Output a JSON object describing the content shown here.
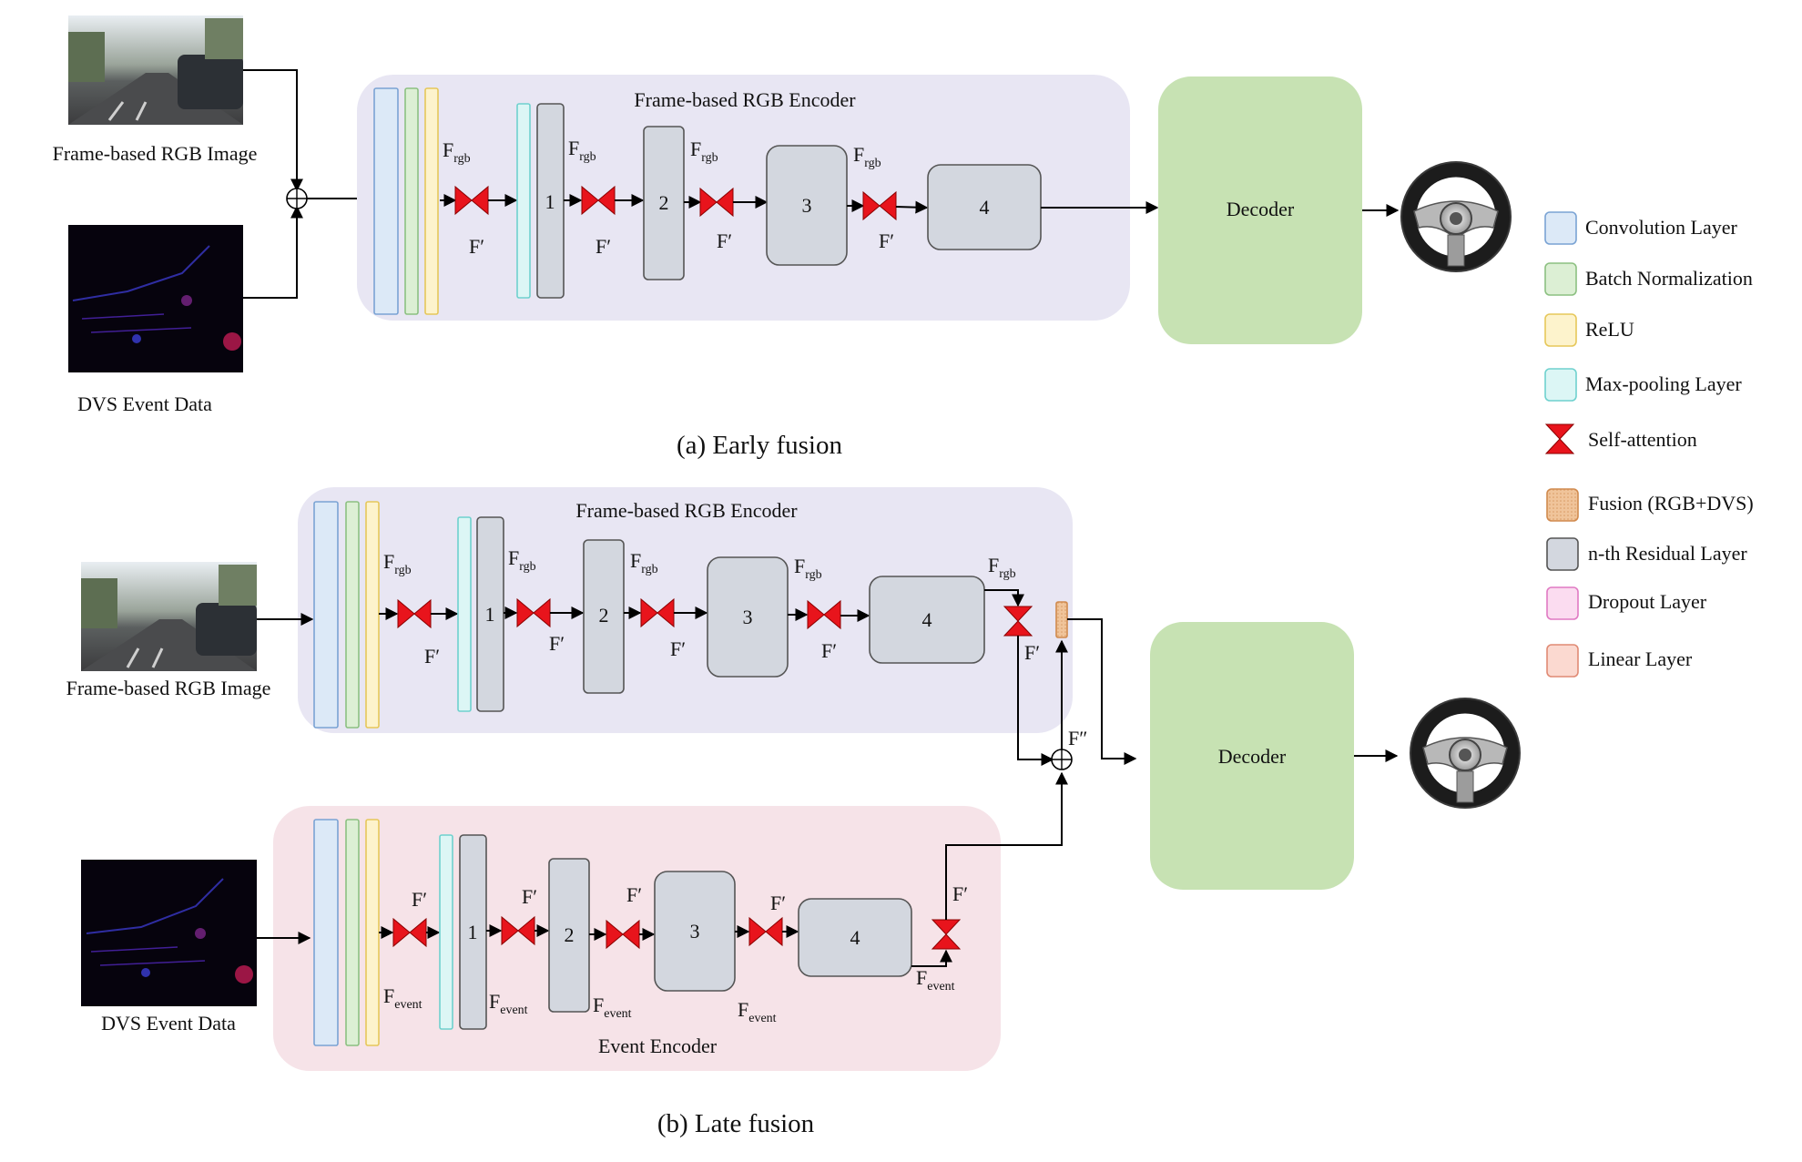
{
  "colors": {
    "encoder_rgb_bg": "#e8e6f3",
    "encoder_event_bg": "#f6e3e8",
    "decoder": "#c7e2b3",
    "conv": "#dce9f7",
    "conv_border": "#7aa3d4",
    "batchnorm": "#dcefd4",
    "batchnorm_border": "#8cc081",
    "relu": "#fdf3cc",
    "relu_border": "#e6c75a",
    "maxpool": "#dcf6f5",
    "maxpool_border": "#6fd1ce",
    "attention": "#e8141c",
    "fusion": "#f0c49a",
    "fusion_border": "#d08a4e",
    "residual": "#d3d7df",
    "residual_border": "#555555",
    "dropout": "#fbdcf0",
    "dropout_border": "#e07ac3",
    "linear": "#fbd9d0",
    "linear_border": "#e08a74"
  },
  "early": {
    "input_rgb_label": "Frame-based RGB Image",
    "input_dvs_label": "DVS Event Data",
    "encoder_title": "Frame-based RGB Encoder",
    "decoder_label": "Decoder",
    "caption": "(a) Early fusion",
    "f_main": "F",
    "f_sub": "rgb",
    "f_prime": "F′",
    "blocks": [
      "1",
      "2",
      "3",
      "4"
    ]
  },
  "late": {
    "input_rgb_label": "Frame-based RGB Image",
    "input_dvs_label": "DVS Event Data",
    "rgb_encoder_title": "Frame-based RGB Encoder",
    "event_encoder_title": "Event Encoder",
    "decoder_label": "Decoder",
    "caption": "(b) Late fusion",
    "f_main": "F",
    "f_sub_rgb": "rgb",
    "f_sub_event": "event",
    "f_prime": "F′",
    "f_double_prime": "F″",
    "blocks": [
      "1",
      "2",
      "3",
      "4"
    ]
  },
  "legend": [
    {
      "label": "Convolution Layer",
      "kind": "conv"
    },
    {
      "label": "Batch Normalization",
      "kind": "batchnorm"
    },
    {
      "label": "ReLU",
      "kind": "relu"
    },
    {
      "label": "Max-pooling Layer",
      "kind": "maxpool"
    },
    {
      "label": "Self-attention",
      "kind": "attention"
    },
    {
      "label": "Fusion (RGB+DVS)",
      "kind": "fusion"
    },
    {
      "label": "n-th Residual Layer",
      "kind": "residual"
    },
    {
      "label": "Dropout Layer",
      "kind": "dropout"
    },
    {
      "label": "Linear Layer",
      "kind": "linear"
    }
  ]
}
